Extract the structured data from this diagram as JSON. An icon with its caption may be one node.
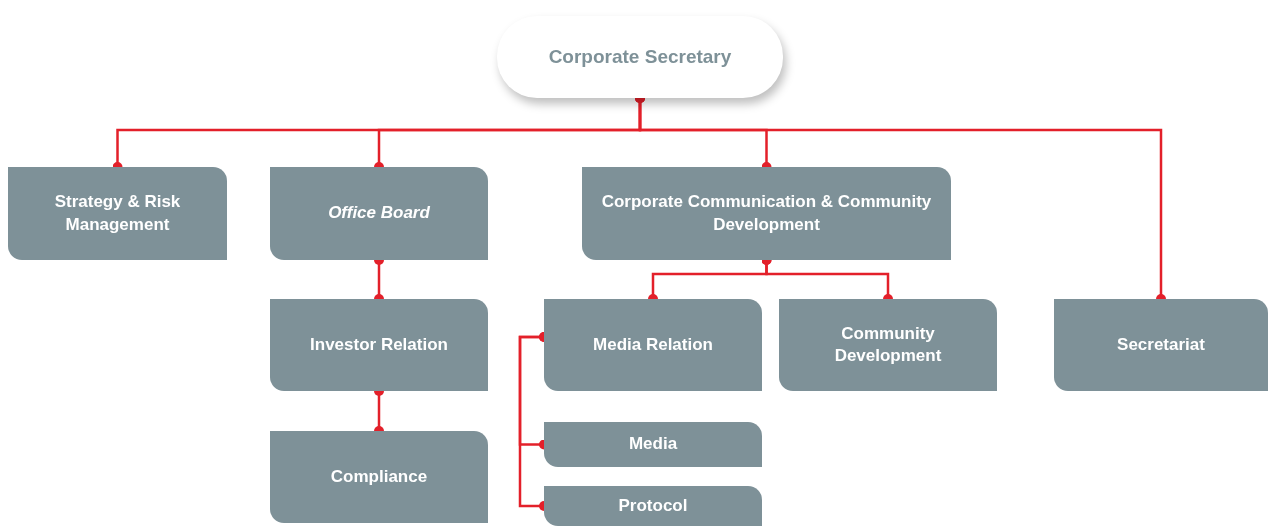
{
  "diagram": {
    "nodes": [
      {
        "text": [
          "Corporate Secretary"
        ]
      },
      {
        "text": [
          "Strategy & Risk Management"
        ]
      },
      {
        "text": [
          "Office Board"
        ]
      },
      {
        "text": [
          "Corporate Communication & Community Development"
        ]
      },
      {
        "text": [
          "Secretariat"
        ]
      },
      {
        "text": [
          "Investor Relation"
        ]
      },
      {
        "text": [
          "Compliance"
        ]
      },
      {
        "text": [
          "Media Relation"
        ]
      },
      {
        "text": [
          "Community Development"
        ]
      },
      {
        "text": [
          "Media"
        ]
      },
      {
        "text": [
          "Protocol"
        ]
      }
    ],
    "edges": [
      {
        "from": 0,
        "to": 1,
        "arrow": "other"
      },
      {
        "from": 0,
        "to": 2,
        "arrow": "other"
      },
      {
        "from": 0,
        "to": 3,
        "arrow": "other"
      },
      {
        "from": 0,
        "to": 4,
        "arrow": "other"
      },
      {
        "from": 2,
        "to": 5,
        "arrow": "other"
      },
      {
        "from": 5,
        "to": 6,
        "arrow": "other"
      },
      {
        "from": 3,
        "to": 7,
        "arrow": "other"
      },
      {
        "from": 3,
        "to": 8,
        "arrow": "other"
      },
      {
        "from": 7,
        "to": 9,
        "arrow": "other"
      },
      {
        "from": 7,
        "to": 10,
        "arrow": "other"
      }
    ]
  }
}
